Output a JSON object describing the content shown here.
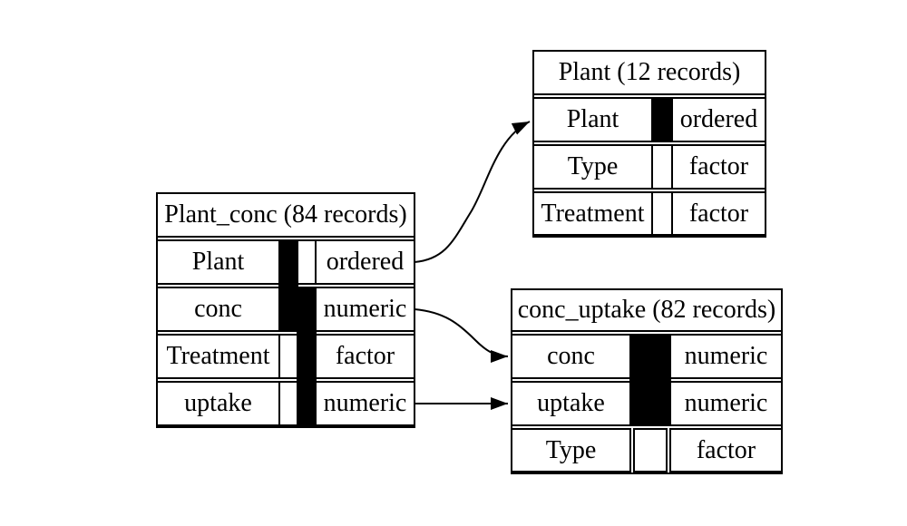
{
  "diagram": {
    "kind": "data-model-diagram",
    "background_color": "#ffffff",
    "line_color": "#000000",
    "key_indicator_fill": "#000000"
  },
  "tables": {
    "plant_conc": {
      "title": "Plant_conc (84 records)",
      "records": 84,
      "rows": [
        {
          "name": "Plant",
          "type": "ordered",
          "indicators": [
            "filled",
            "empty"
          ]
        },
        {
          "name": "conc",
          "type": "numeric",
          "indicators": [
            "filled",
            "filled"
          ]
        },
        {
          "name": "Treatment",
          "type": "factor",
          "indicators": [
            "empty",
            "filled"
          ]
        },
        {
          "name": "uptake",
          "type": "numeric",
          "indicators": [
            "empty",
            "filled"
          ]
        }
      ]
    },
    "plant": {
      "title": "Plant (12 records)",
      "records": 12,
      "rows": [
        {
          "name": "Plant",
          "type": "ordered",
          "indicators": [
            "filled"
          ]
        },
        {
          "name": "Type",
          "type": "factor",
          "indicators": [
            "empty"
          ]
        },
        {
          "name": "Treatment",
          "type": "factor",
          "indicators": [
            "empty"
          ]
        }
      ]
    },
    "conc_uptake": {
      "title": "conc_uptake (82 records)",
      "records": 82,
      "rows": [
        {
          "name": "conc",
          "type": "numeric",
          "indicators": [
            "filled"
          ]
        },
        {
          "name": "uptake",
          "type": "numeric",
          "indicators": [
            "filled"
          ]
        },
        {
          "name": "Type",
          "type": "factor",
          "indicators": [
            "empty"
          ]
        }
      ]
    }
  },
  "links": [
    {
      "from": "Plant_conc.Plant",
      "to": "Plant.Plant",
      "style": "curved-s"
    },
    {
      "from": "Plant_conc.conc",
      "to": "conc_uptake.conc",
      "style": "curved"
    },
    {
      "from": "Plant_conc.uptake",
      "to": "conc_uptake.uptake",
      "style": "straight"
    }
  ]
}
